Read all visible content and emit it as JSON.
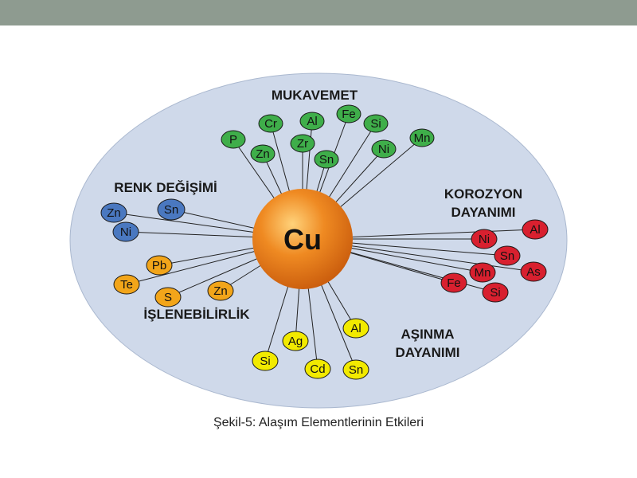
{
  "caption": "Şekil-5: Alaşım Elementlerinin Etkileri",
  "center": {
    "label": "Cu"
  },
  "colors": {
    "header_bar": "#8e9b90",
    "disc": "#cfd9ea",
    "center": "#e8731a",
    "mukavemet": "#3fae4a",
    "korozyon": "#d8202f",
    "asinma": "#f2ea00",
    "islenebilirlik": "#f2a51a",
    "renk": "#4a78c0"
  },
  "groups": [
    {
      "id": "mukavemet",
      "title_lines": [
        "MUKAVEMET"
      ],
      "nodes": [
        "P",
        "Cr",
        "Zn",
        "Al",
        "Zr",
        "Fe",
        "Sn",
        "Si",
        "Ni",
        "Mn"
      ]
    },
    {
      "id": "korozyon",
      "title_lines": [
        "KOROZYON",
        "DAYANIMI"
      ],
      "nodes": [
        "Al",
        "Ni",
        "Sn",
        "As",
        "Mn",
        "Fe",
        "Si"
      ]
    },
    {
      "id": "asinma",
      "title_lines": [
        "AŞINMA",
        "DAYANIMI"
      ],
      "nodes": [
        "Al",
        "Ag",
        "Si",
        "Cd",
        "Sn"
      ]
    },
    {
      "id": "islenebilirlik",
      "title_lines": [
        "İŞLENEBİLİRLİK"
      ],
      "nodes": [
        "Pb",
        "Te",
        "S",
        "Zn"
      ]
    },
    {
      "id": "renk",
      "title_lines": [
        "RENK DEĞİŞİMİ"
      ],
      "nodes": [
        "Zn",
        "Sn",
        "Ni"
      ]
    }
  ]
}
